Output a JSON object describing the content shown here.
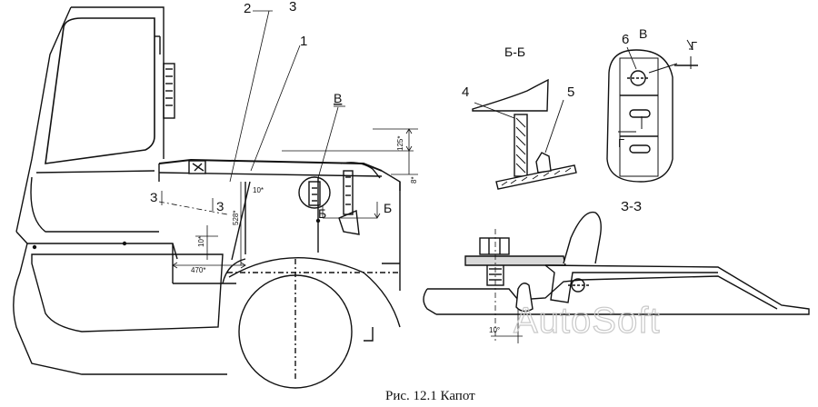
{
  "caption": "Рис. 12.1 Капот",
  "watermark": "AutoSoft",
  "callouts": [
    "1",
    "2",
    "3",
    "4",
    "5",
    "6"
  ],
  "section_titles": {
    "bb": "Б-Б",
    "v": "В",
    "zz": "З-З"
  },
  "view_marks": {
    "v_underlined": "В",
    "b_left": "Б",
    "b_right": "Б",
    "z_left": "З",
    "z_right": "З",
    "g_top": "Г",
    "g_inner": "Г"
  },
  "dimensions": {
    "d125": "125*",
    "d8": "8*",
    "d528": "528*",
    "d470": "470*",
    "d10_a": "10*",
    "d10_b": "10*",
    "d10_c": "10°"
  }
}
